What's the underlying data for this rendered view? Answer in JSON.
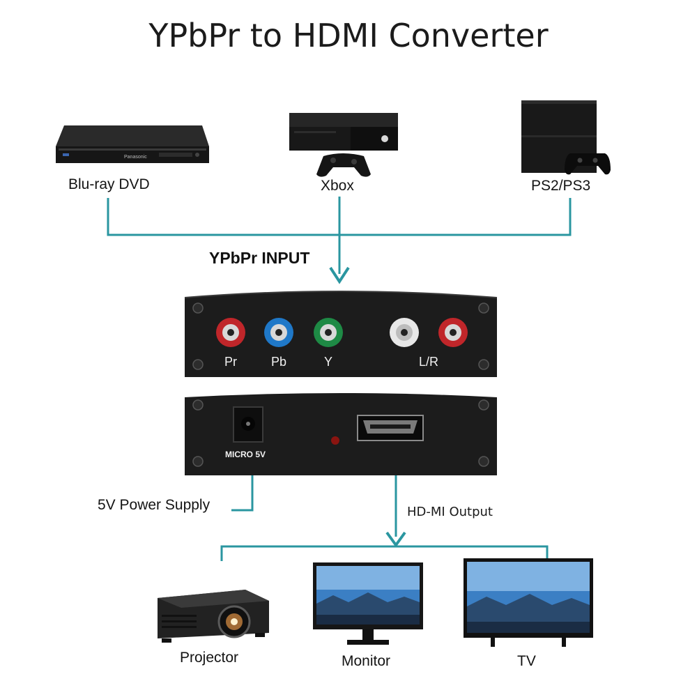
{
  "title": "YPbPr to HDMI Converter",
  "sources": [
    {
      "label": "Blu-ray DVD",
      "icon": "blu-ray-player-icon",
      "brand": "Panasonic"
    },
    {
      "label": "Xbox",
      "icon": "xbox-console-icon"
    },
    {
      "label": "PS2/PS3",
      "icon": "playstation-console-icon"
    }
  ],
  "input_label": "YPbPr INPUT",
  "ports": [
    "Pr",
    "Pb",
    "Y",
    "L/R"
  ],
  "power_port_label": "MICRO 5V",
  "power_label": "5V Power Supply",
  "output_label": "HD-MI Output",
  "outputs": [
    {
      "label": "Projector",
      "icon": "projector-icon"
    },
    {
      "label": "Monitor",
      "icon": "monitor-icon"
    },
    {
      "label": "TV",
      "icon": "tv-icon"
    }
  ],
  "colors": {
    "wire": "#2a96a0",
    "pr": "#c0262a",
    "pb": "#1f78c8",
    "y": "#1e8a45",
    "audio_l": "#e8e8e8",
    "audio_r": "#c0262a",
    "device": "#1c1c1c",
    "screen_sky": "#3b7fc4"
  }
}
